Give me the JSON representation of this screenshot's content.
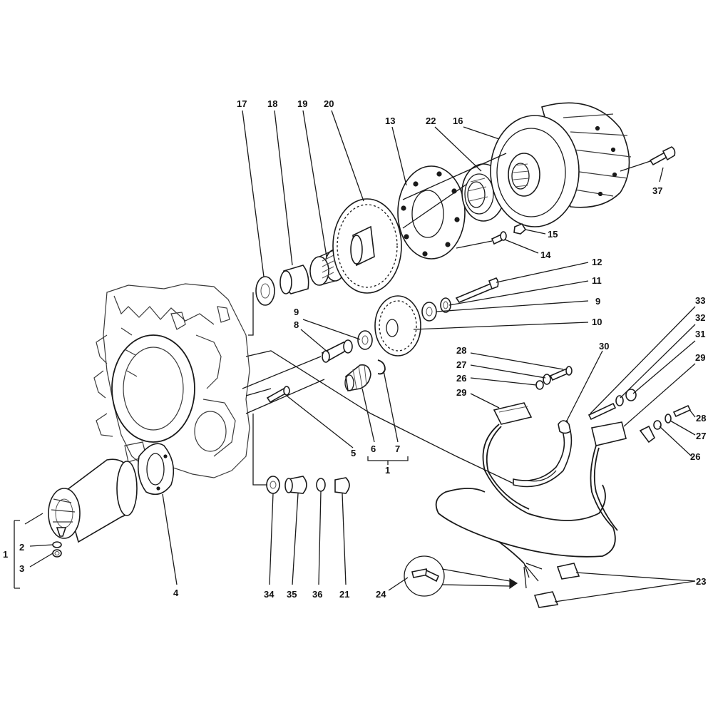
{
  "callouts": {
    "c17": "17",
    "c18": "18",
    "c19": "19",
    "c20": "20",
    "c13": "13",
    "c22": "22",
    "c16": "16",
    "c37": "37",
    "c15": "15",
    "c14": "14",
    "c12": "12",
    "c11": "11",
    "c9a": "9",
    "c9b": "9",
    "c10": "10",
    "c8": "8",
    "c28a": "28",
    "c27a": "27",
    "c26a": "26",
    "c29a": "29",
    "c30": "30",
    "c33": "33",
    "c32": "32",
    "c31": "31",
    "c29b": "29",
    "c28b": "28",
    "c27b": "27",
    "c26b": "26",
    "c5": "5",
    "c6": "6",
    "c7": "7",
    "c1a": "1",
    "c1b": "1",
    "c2": "2",
    "c3": "3",
    "c4": "4",
    "c34": "34",
    "c35": "35",
    "c36": "36",
    "c21": "21",
    "c24": "24",
    "c23": "23"
  },
  "colors": {
    "ink": "#1a1a1a",
    "paper": "#ffffff"
  }
}
